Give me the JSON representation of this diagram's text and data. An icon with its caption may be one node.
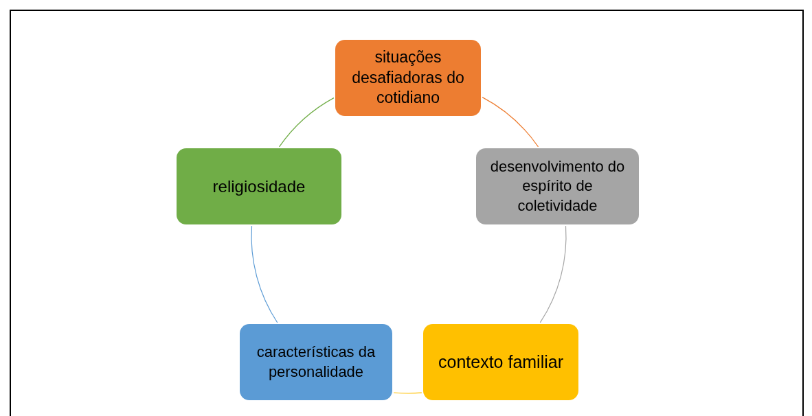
{
  "diagram": {
    "nodes": [
      {
        "text": [
          "situações desafiadoras do cotidiano"
        ]
      },
      {
        "text": [
          "desenvolvimento do espírito de coletividade"
        ]
      },
      {
        "text": [
          "contexto familiar"
        ]
      },
      {
        "text": [
          "características da personalidade"
        ]
      },
      {
        "text": [
          "religiosidade"
        ]
      }
    ],
    "edges": [
      {
        "from": 0,
        "to": 1,
        "arrow": "none",
        "color": "#ed7d31"
      },
      {
        "from": 1,
        "to": 2,
        "arrow": "none",
        "color": "#a5a5a5"
      },
      {
        "from": 2,
        "to": 3,
        "arrow": "none",
        "color": "#ffc000"
      },
      {
        "from": 3,
        "to": 4,
        "arrow": "none",
        "color": "#5b9bd5"
      },
      {
        "from": 4,
        "to": 0,
        "arrow": "none",
        "color": "#70ad47"
      }
    ]
  }
}
